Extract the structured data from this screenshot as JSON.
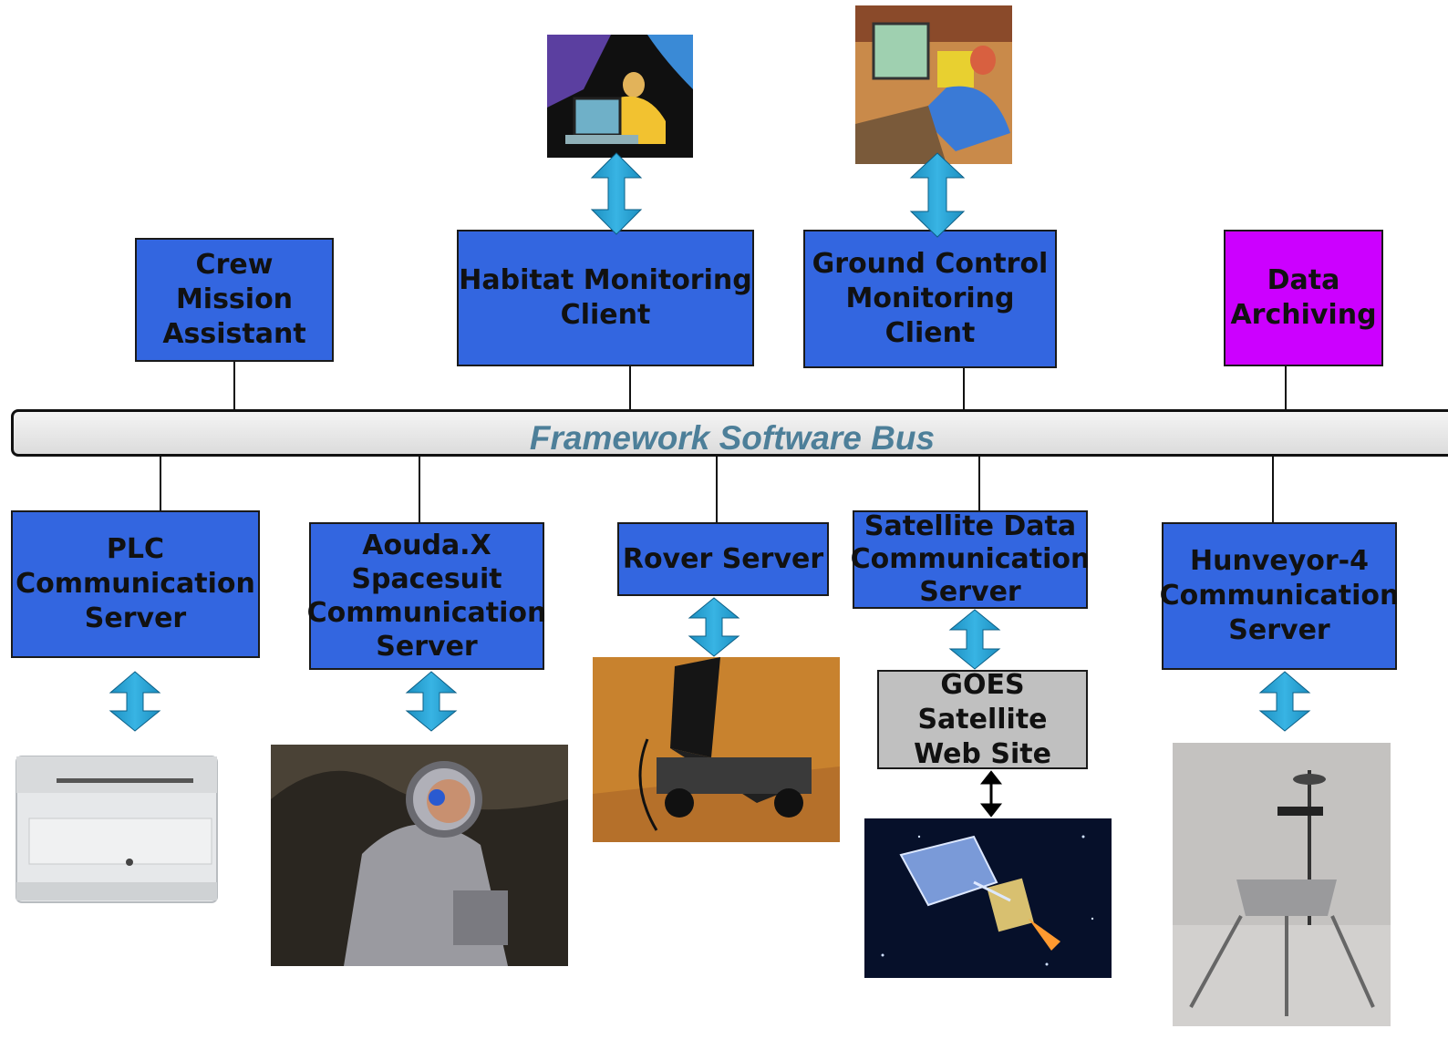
{
  "bus": {
    "label": "Framework Software Bus"
  },
  "clients": {
    "crew": "Crew\nMission\nAssistant",
    "habitat": "Habitat Monitoring\nClient",
    "ground": "Ground Control\nMonitoring\nClient",
    "archiving": "Data\nArchiving"
  },
  "servers": {
    "plc": "PLC\nCommunication\nServer",
    "aouda": "Aouda.X\nSpacesuit\nCommunication\nServer",
    "rover": "Rover Server",
    "satellite": "Satellite Data\nCommunication\nServer",
    "hunveyor": "Hunveyor-4\nCommunication\nServer"
  },
  "goes": {
    "label": "GOES Satellite\nWeb Site"
  },
  "colors": {
    "box_blue": "#3366e0",
    "box_purple": "#cc00ff",
    "box_grey": "#c0c0c0",
    "arrow": "#1a9ccc",
    "bus_text": "#4d7f99"
  },
  "images": [
    "habitat-operator-clipart",
    "ground-control-operator-clipart",
    "plc-device-photo",
    "spacesuit-photo",
    "rover-laptop-photo",
    "satellite-photo",
    "hunveyor-lander-photo"
  ]
}
